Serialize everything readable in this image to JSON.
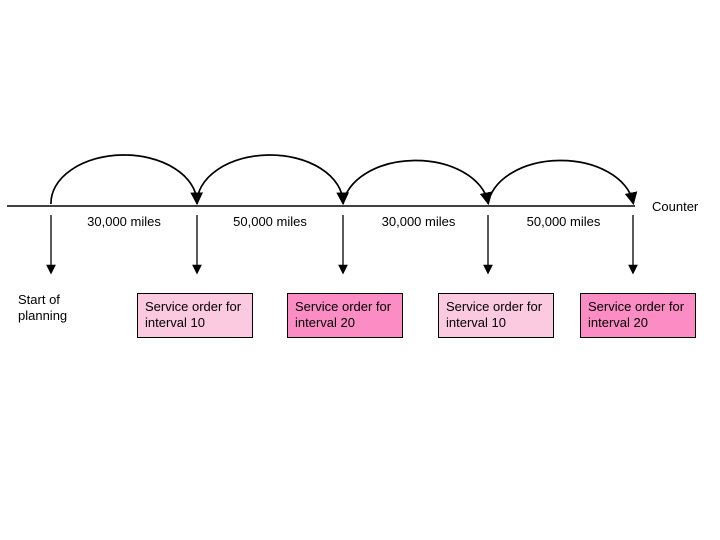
{
  "diagram": {
    "title_semantic": "maintenance-planning-counter-timeline",
    "axis": {
      "counter_label": "Counter"
    },
    "start_label": "Start of planning",
    "mile_labels": [
      "30,000 miles",
      "50,000 miles",
      "30,000 miles",
      "50,000 miles"
    ],
    "service_orders": [
      {
        "label": "Service order for interval 10",
        "fill": "#FBC9E0"
      },
      {
        "label": "Service order for interval 20",
        "fill": "#FB8CC4"
      },
      {
        "label": "Service order for interval 10",
        "fill": "#FBC9E0"
      },
      {
        "label": "Service order for interval 20",
        "fill": "#FB8CC4"
      }
    ],
    "colors": {
      "line": "#000000",
      "interval_10_fill": "#FBC9E0",
      "interval_20_fill": "#FB8CC4",
      "background": "#FFFFFF"
    }
  }
}
